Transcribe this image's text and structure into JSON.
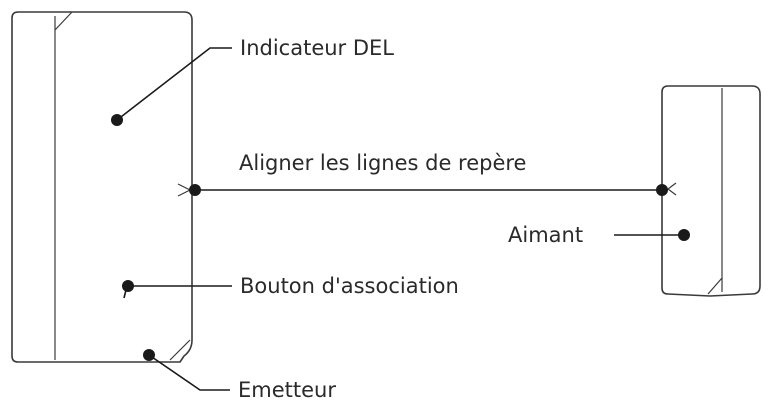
{
  "labels": {
    "led": "Indicateur DEL",
    "align": "Aligner les lignes de repère",
    "magnet": "Aimant",
    "pair_button": "Bouton d'association",
    "transmitter": "Emetteur"
  }
}
